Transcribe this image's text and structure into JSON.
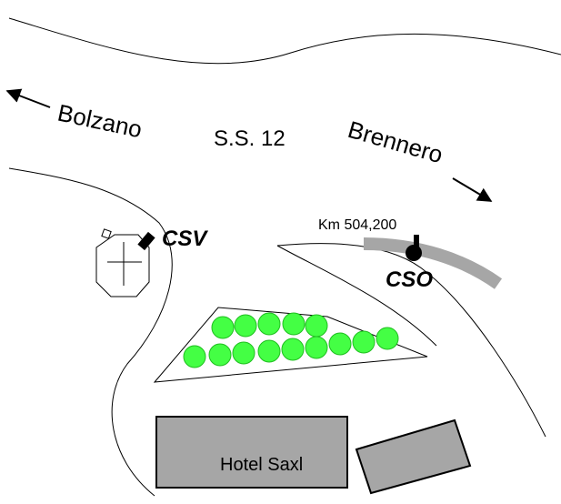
{
  "map": {
    "road_name": "S.S. 12",
    "direction_left": "Bolzano",
    "direction_right": "Brennero",
    "kilometer_marker": "Km 504,200",
    "station_vertical": "CSV",
    "station_open": "CSO",
    "building_label": "Hotel Saxl"
  },
  "colors": {
    "background": "#ffffff",
    "lines": "#000000",
    "gray_band": "#a6a6a6",
    "building_fill": "#a6a6a6",
    "trees": "#44ff44"
  },
  "icons": {
    "arrow_left": "arrow-left-icon",
    "arrow_right": "arrow-right-icon",
    "monitor_marker": "monitor-marker-icon",
    "sensor_marker": "sensor-marker-icon"
  }
}
